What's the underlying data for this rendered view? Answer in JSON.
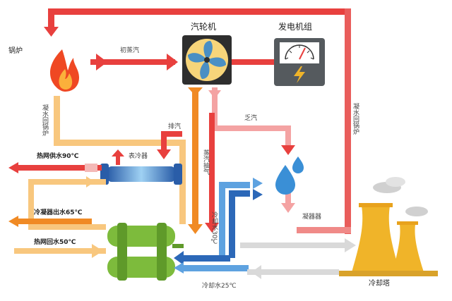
{
  "labels": {
    "boiler": "锅炉",
    "turbine": "汽轮机",
    "generator": "发电机组",
    "initial_steam": "初蒸汽",
    "exhaust_steam": "排汽",
    "spent_steam": "乏汽",
    "surface_cooler": "表冷器",
    "condensate_return": "凝水回锅炉",
    "condensate_return_right": "凝水回锅炉",
    "steam_extraction": "蒸汽抽气",
    "heating_supply": "热网供水90℃",
    "condenser_outlet": "冷凝器出水65℃",
    "heating_return": "热网回水50℃",
    "cooling_water_30": "冷却水30℃",
    "condenser": "凝器器",
    "cooling_water_25": "冷却水25℃",
    "cooling_tower": "冷却塔"
  },
  "colors": {
    "red_pipe": "#e8403e",
    "pink_pipe": "#f4a3a3",
    "orange_pipe": "#f08a24",
    "light_orange": "#f8c77e",
    "blue_pipe": "#2c68b8",
    "light_blue": "#5ea2e0",
    "grey_pipe": "#d9d9d9",
    "green_tank": "#7dbb3c",
    "tower": "#f0b429",
    "flame": "#ef4823"
  },
  "icons": [
    "fire-icon",
    "fan-icon",
    "gauge-icon",
    "water-drop-icon",
    "cooling-tower-icon",
    "tank-icon",
    "cylinder-icon"
  ]
}
